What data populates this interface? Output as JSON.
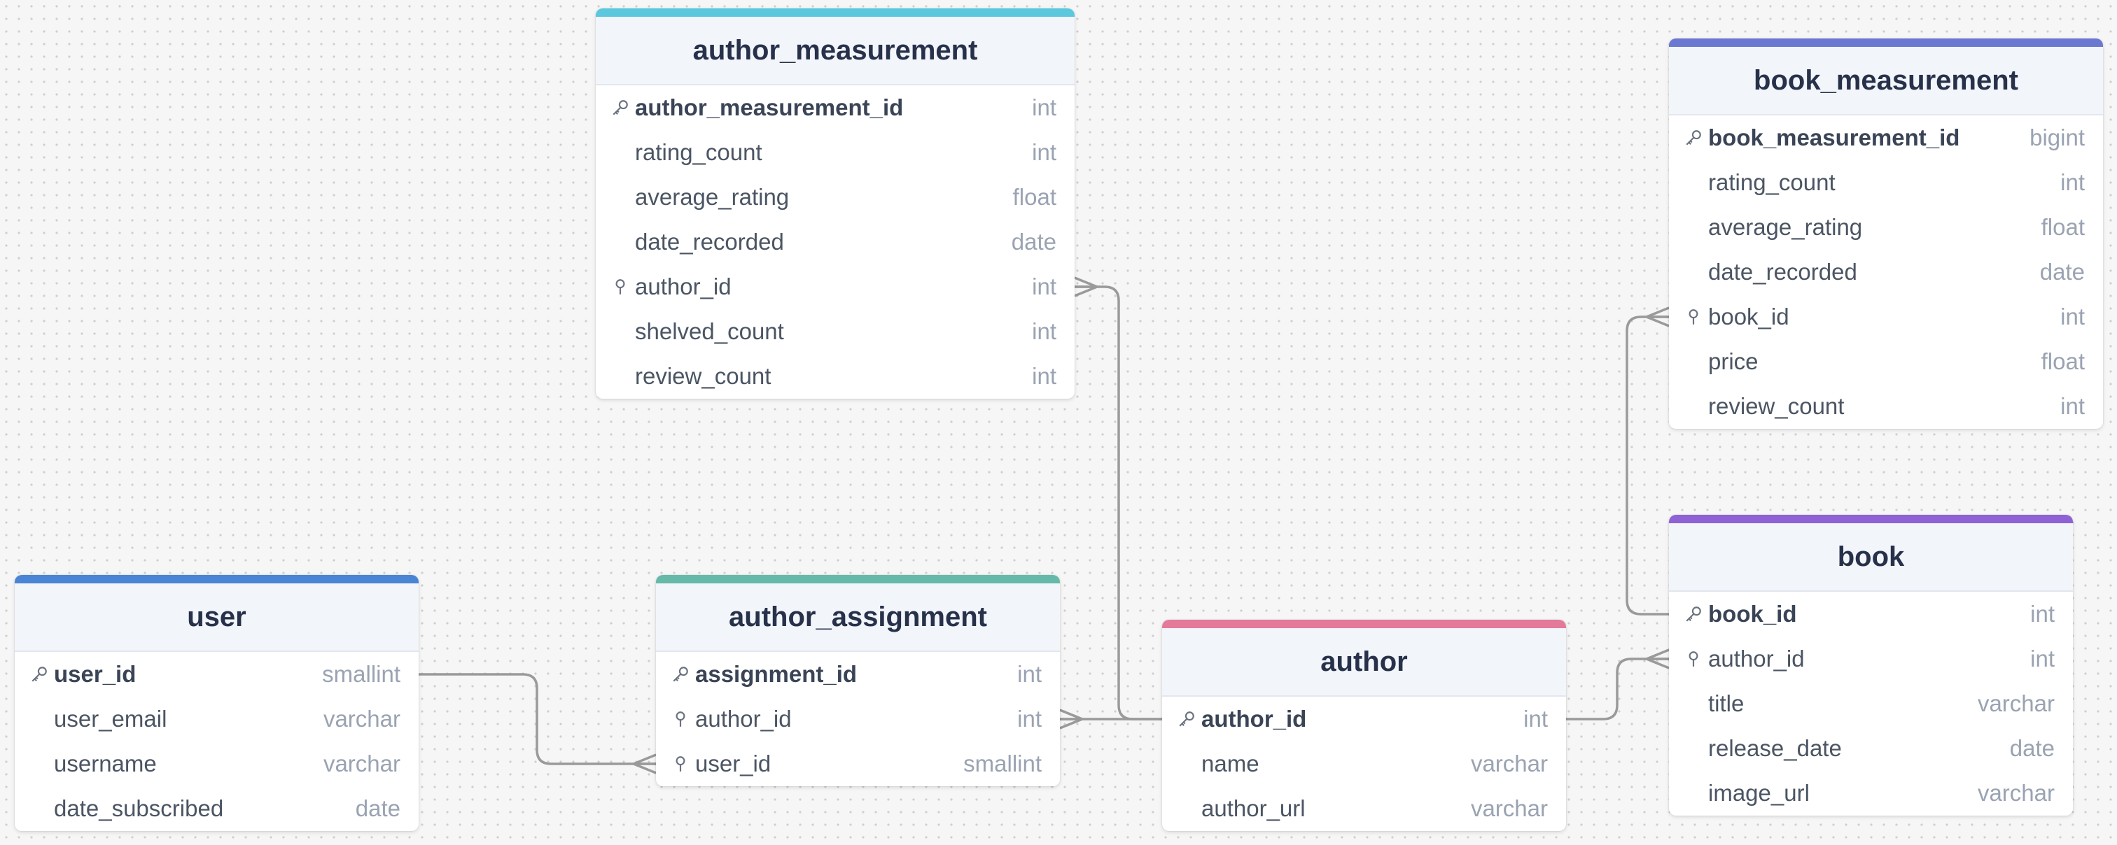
{
  "diagram": {
    "colors": {
      "author_measurement": "#5bc8de",
      "book_measurement": "#6a78d1",
      "user": "#4a84d4",
      "author_assignment": "#66b8a8",
      "author": "#e47a9a",
      "book": "#8e62d4",
      "edge": "#9a9a9a"
    },
    "tables": [
      {
        "id": "author_measurement",
        "name": "author_measurement",
        "columns": [
          {
            "name": "author_measurement_id",
            "type": "int",
            "key": "pk",
            "icon": "key-icon"
          },
          {
            "name": "rating_count",
            "type": "int",
            "key": ""
          },
          {
            "name": "average_rating",
            "type": "float",
            "key": ""
          },
          {
            "name": "date_recorded",
            "type": "date",
            "key": ""
          },
          {
            "name": "author_id",
            "type": "int",
            "key": "fk",
            "icon": "foreign-key-icon"
          },
          {
            "name": "shelved_count",
            "type": "int",
            "key": ""
          },
          {
            "name": "review_count",
            "type": "int",
            "key": ""
          }
        ]
      },
      {
        "id": "book_measurement",
        "name": "book_measurement",
        "columns": [
          {
            "name": "book_measurement_id",
            "type": "bigint",
            "key": "pk",
            "icon": "key-icon"
          },
          {
            "name": "rating_count",
            "type": "int",
            "key": ""
          },
          {
            "name": "average_rating",
            "type": "float",
            "key": ""
          },
          {
            "name": "date_recorded",
            "type": "date",
            "key": ""
          },
          {
            "name": "book_id",
            "type": "int",
            "key": "fk",
            "icon": "foreign-key-icon"
          },
          {
            "name": "price",
            "type": "float",
            "key": ""
          },
          {
            "name": "review_count",
            "type": "int",
            "key": ""
          }
        ]
      },
      {
        "id": "user",
        "name": "user",
        "columns": [
          {
            "name": "user_id",
            "type": "smallint",
            "key": "pk",
            "icon": "key-icon"
          },
          {
            "name": "user_email",
            "type": "varchar",
            "key": ""
          },
          {
            "name": "username",
            "type": "varchar",
            "key": ""
          },
          {
            "name": "date_subscribed",
            "type": "date",
            "key": ""
          }
        ]
      },
      {
        "id": "author_assignment",
        "name": "author_assignment",
        "columns": [
          {
            "name": "assignment_id",
            "type": "int",
            "key": "pk",
            "icon": "key-icon"
          },
          {
            "name": "author_id",
            "type": "int",
            "key": "fk",
            "icon": "foreign-key-icon"
          },
          {
            "name": "user_id",
            "type": "smallint",
            "key": "fk",
            "icon": "foreign-key-icon"
          }
        ]
      },
      {
        "id": "author",
        "name": "author",
        "columns": [
          {
            "name": "author_id",
            "type": "int",
            "key": "pk",
            "icon": "key-icon"
          },
          {
            "name": "name",
            "type": "varchar",
            "key": ""
          },
          {
            "name": "author_url",
            "type": "varchar",
            "key": ""
          }
        ]
      },
      {
        "id": "book",
        "name": "book",
        "columns": [
          {
            "name": "book_id",
            "type": "int",
            "key": "pk",
            "icon": "key-icon"
          },
          {
            "name": "author_id",
            "type": "int",
            "key": "fk",
            "icon": "foreign-key-icon"
          },
          {
            "name": "title",
            "type": "varchar",
            "key": ""
          },
          {
            "name": "release_date",
            "type": "date",
            "key": ""
          },
          {
            "name": "image_url",
            "type": "varchar",
            "key": ""
          }
        ]
      }
    ],
    "relationships": [
      {
        "from": "author.author_id",
        "to": "author_measurement.author_id",
        "cardinality": "one-to-many"
      },
      {
        "from": "author.author_id",
        "to": "author_assignment.author_id",
        "cardinality": "one-to-many"
      },
      {
        "from": "user.user_id",
        "to": "author_assignment.user_id",
        "cardinality": "one-to-many"
      },
      {
        "from": "author.author_id",
        "to": "book.author_id",
        "cardinality": "one-to-many"
      },
      {
        "from": "book.book_id",
        "to": "book_measurement.book_id",
        "cardinality": "one-to-many"
      }
    ]
  }
}
